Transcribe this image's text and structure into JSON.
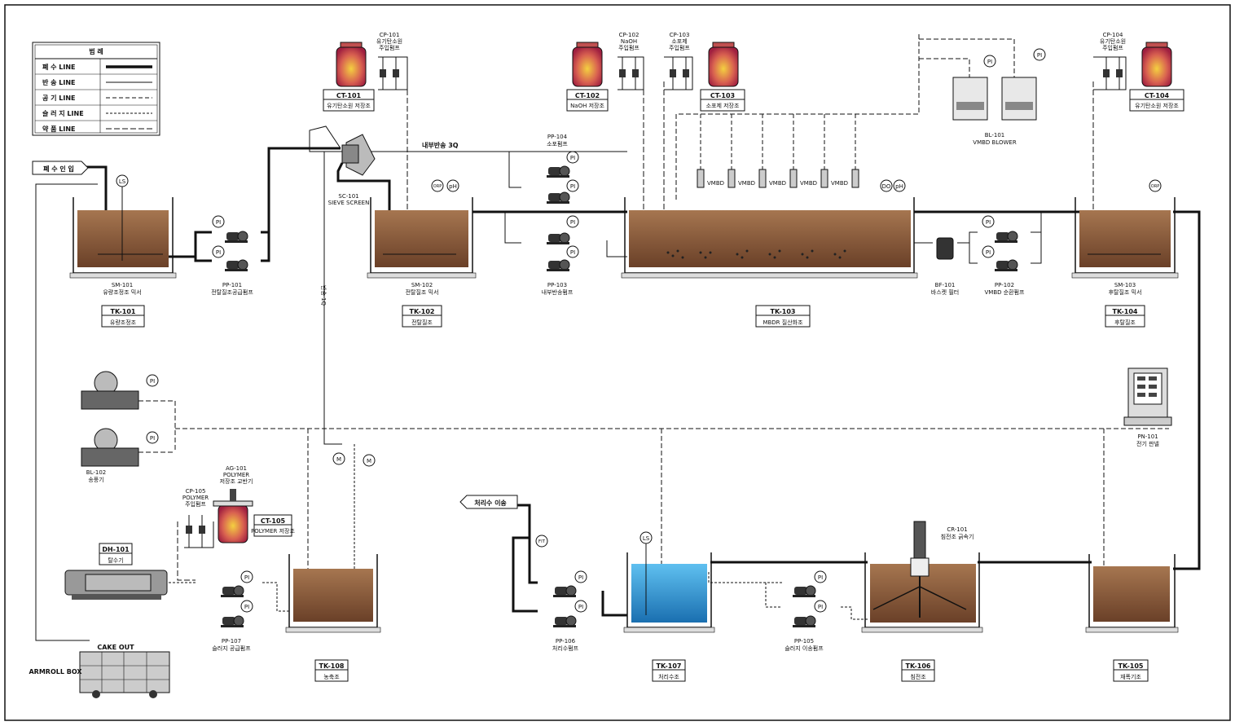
{
  "legend": {
    "title": "범    례",
    "rows": [
      "폐  수 LINE",
      "반  송 LINE",
      "공  기 LINE",
      "슬 러 지 LINE",
      "약  품 LINE"
    ]
  },
  "inflow_label": "폐 수 인 입",
  "outflow_label": "처리수 이송",
  "recycle_3q": "내부반송 3Q",
  "recycle_1q": "반송 1Q",
  "cake_out": "CAKE OUT",
  "armroll_box": "ARMROLL BOX",
  "chemical_tanks": [
    {
      "id": "CT-101",
      "name": "유기탄소원 저장조",
      "pump_id": "CP-101",
      "pump_l1": "유기탄소원",
      "pump_l2": "주입펌프"
    },
    {
      "id": "CT-102",
      "name": "NaOH 저장조",
      "pump_id": "CP-102",
      "pump_l1": "NaOH",
      "pump_l2": "주입펌프"
    },
    {
      "id": "CT-103",
      "name": "소포제 저장조",
      "pump_id": "CP-103",
      "pump_l1": "소포제",
      "pump_l2": "주입펌프"
    },
    {
      "id": "CT-104",
      "name": "유기탄소원 저장조",
      "pump_id": "CP-104",
      "pump_l1": "유기탄소원",
      "pump_l2": "주입펌프"
    },
    {
      "id": "CT-105",
      "name": "POLYMER 저장조",
      "pump_id": "CP-105",
      "pump_l1": "POLYMER",
      "pump_l2": "주입펌프"
    }
  ],
  "tanks": {
    "tk101": {
      "id": "TK-101",
      "name": "유량조정조",
      "mixer_id": "SM-101",
      "mixer_name": "유량조정조 믹서"
    },
    "tk102": {
      "id": "TK-102",
      "name": "전탈질조",
      "mixer_id": "SM-102",
      "mixer_name": "전탈질조 믹서"
    },
    "tk103": {
      "id": "TK-103",
      "name": "MBDR 질산화조"
    },
    "tk104": {
      "id": "TK-104",
      "name": "후탈질조",
      "mixer_id": "SM-103",
      "mixer_name": "후탈질조 믹서"
    },
    "tk105": {
      "id": "TK-105",
      "name": "재폭기조"
    },
    "tk106": {
      "id": "TK-106",
      "name": "침전조"
    },
    "tk107": {
      "id": "TK-107",
      "name": "처리수조"
    },
    "tk108": {
      "id": "TK-108",
      "name": "농축조"
    }
  },
  "equipment": {
    "pp101": {
      "id": "PP-101",
      "name": "전탈질조공급펌프"
    },
    "pp102": {
      "id": "PP-102",
      "name": "VMBD 순환펌프"
    },
    "pp103": {
      "id": "PP-103",
      "name": "내부반송펌프"
    },
    "pp104": {
      "id": "PP-104",
      "name": "소포펌프"
    },
    "pp105": {
      "id": "PP-105",
      "name": "슬러지 이송펌프"
    },
    "pp106": {
      "id": "PP-106",
      "name": "처리수펌프"
    },
    "pp107": {
      "id": "PP-107",
      "name": "슬러지 공급펌프"
    },
    "bf101": {
      "id": "BF-101",
      "name": "바스켓 필터"
    },
    "bl101": {
      "id": "BL-101",
      "name": "VMBD BLOWER"
    },
    "bl102": {
      "id": "BL-102",
      "name": "송풍기"
    },
    "sc101": {
      "id": "SC-101",
      "name": "SIEVE SCREEN"
    },
    "pn101": {
      "id": "PN-101",
      "name": "전기 판넬"
    },
    "ag101": {
      "id": "AG-101",
      "name1": "POLYMER",
      "name2": "저장조 교반기"
    },
    "cr101": {
      "id": "CR-101",
      "name": "침전조 긁속기"
    },
    "dh101": {
      "id": "DH-101",
      "name": "탈수기"
    }
  },
  "instruments": {
    "pi": "PI",
    "ls": "LS",
    "orp": "ORP",
    "ph": "pH",
    "do": "DO",
    "m": "M",
    "fit": "FIT"
  },
  "vmbd_label": "VMBD",
  "colors": {
    "sludge": "#8a5a3a",
    "clear_water": "#2a9ad8",
    "chem_tank": "#e0a040",
    "line": "#111111"
  }
}
